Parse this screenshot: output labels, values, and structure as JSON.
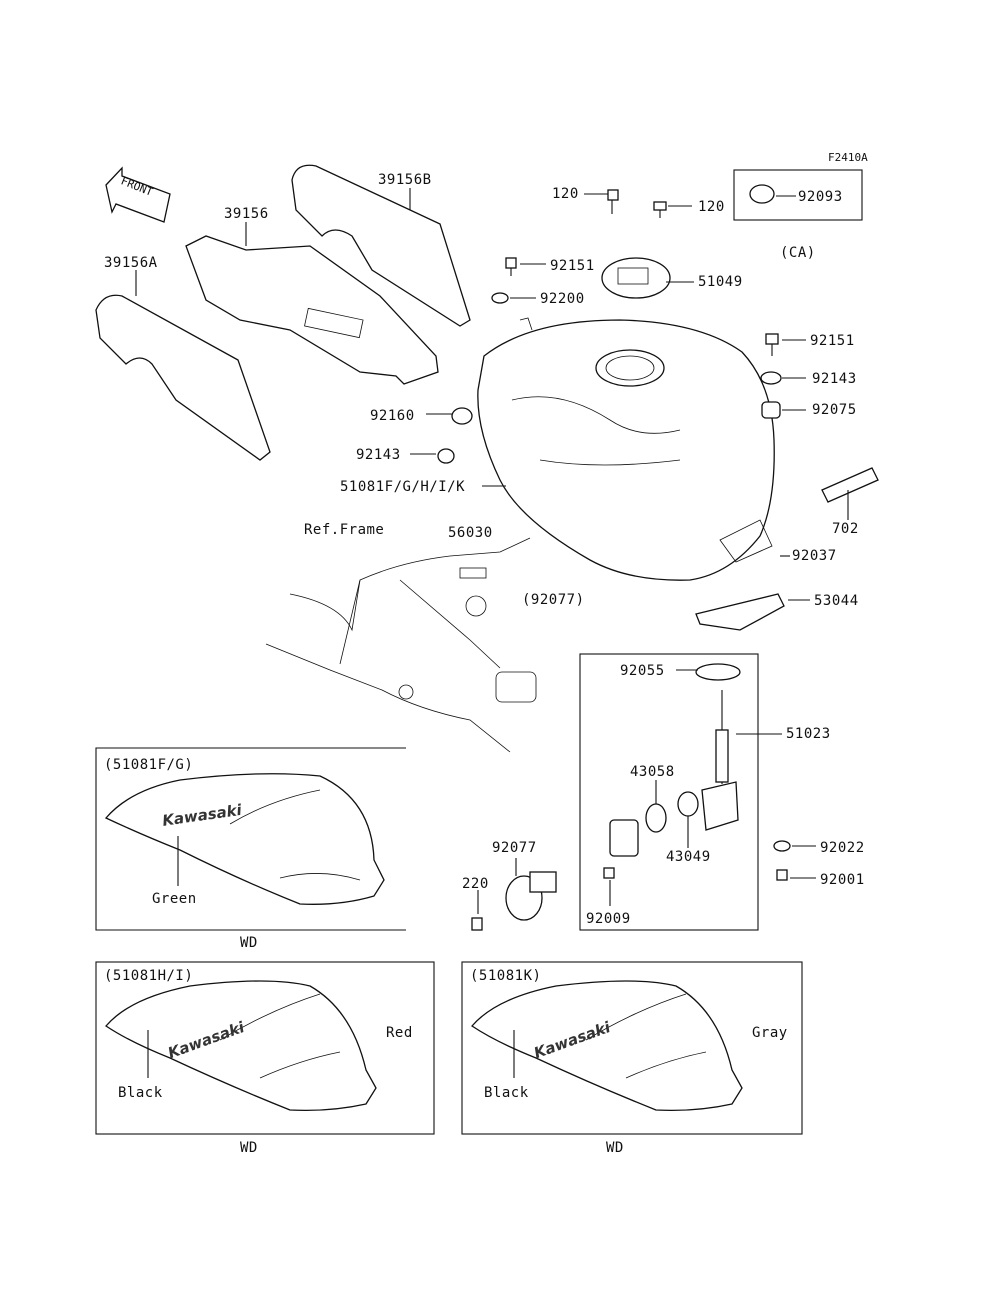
{
  "figure_id": "F2410A",
  "front_label": "FRONT",
  "callouts": {
    "p39156B": "39156B",
    "p39156": "39156",
    "p39156A": "39156A",
    "p120a": "120",
    "p120b": "120",
    "p92093": "92093",
    "ca": "(CA)",
    "p92151a": "92151",
    "p92200": "92200",
    "p51049": "51049",
    "p92151b": "92151",
    "p92143a": "92143",
    "p92075": "92075",
    "p92160": "92160",
    "p92143b": "92143",
    "p51081": "51081F/G/H/I/K",
    "p702": "702",
    "p92037": "92037",
    "ref_frame": "Ref.Frame",
    "p56030": "56030",
    "p92077a": "(92077)",
    "p53044": "53044",
    "p92055": "92055",
    "p51023": "51023",
    "p43058": "43058",
    "p43049": "43049",
    "p92022": "92022",
    "p92001": "92001",
    "p92077b": "92077",
    "p220": "220",
    "p92009": "92009"
  },
  "variants": [
    {
      "code": "(51081F/G)",
      "color_label": "Green",
      "finish": "WD",
      "logo": "Kawasaki"
    },
    {
      "code": "(51081H/I)",
      "color_label": "Black",
      "color_label_2": "Red",
      "finish": "WD",
      "logo": "Kawasaki"
    },
    {
      "code": "(51081K)",
      "color_label": "Black",
      "color_label_2": "Gray",
      "finish": "WD",
      "logo": "Kawasaki"
    }
  ]
}
